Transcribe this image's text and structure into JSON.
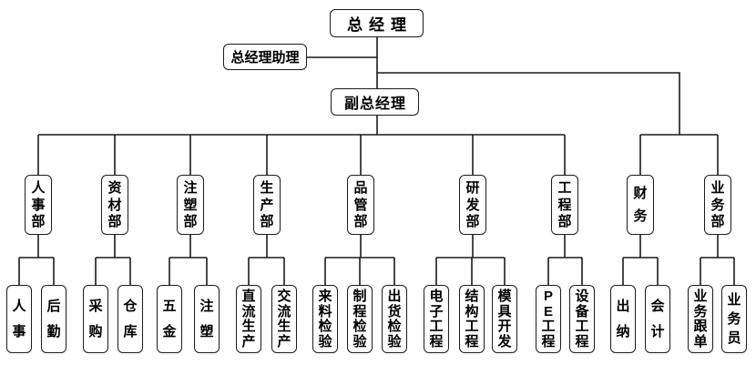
{
  "colors": {
    "line": "#1c1c1c",
    "box_background": "#ffffff",
    "text": "#000000"
  },
  "org": {
    "root": "总经理",
    "assistant": "总经理助理",
    "deputy": "副总经理",
    "departments": [
      {
        "label": "人事部",
        "reports_to": "deputy",
        "children": [
          "人事",
          "后勤"
        ]
      },
      {
        "label": "资材部",
        "reports_to": "deputy",
        "children": [
          "采购",
          "仓库"
        ]
      },
      {
        "label": "注塑部",
        "reports_to": "deputy",
        "children": [
          "五金",
          "注塑"
        ]
      },
      {
        "label": "生产部",
        "reports_to": "deputy",
        "children": [
          "直流生产",
          "交流生产"
        ]
      },
      {
        "label": "品管部",
        "reports_to": "deputy",
        "children": [
          "来料检验",
          "制程检验",
          "出货检验"
        ]
      },
      {
        "label": "研发部",
        "reports_to": "deputy",
        "children": [
          "电子工程",
          "结构工程",
          "模具开发"
        ]
      },
      {
        "label": "工程部",
        "reports_to": "deputy",
        "children": [
          "PE工程",
          "设备工程"
        ]
      },
      {
        "label": "财务",
        "reports_to": "root",
        "children": [
          "出纳",
          "会计"
        ]
      },
      {
        "label": "业务部",
        "reports_to": "root",
        "children": [
          "业务跟单",
          "业务员"
        ]
      }
    ]
  }
}
